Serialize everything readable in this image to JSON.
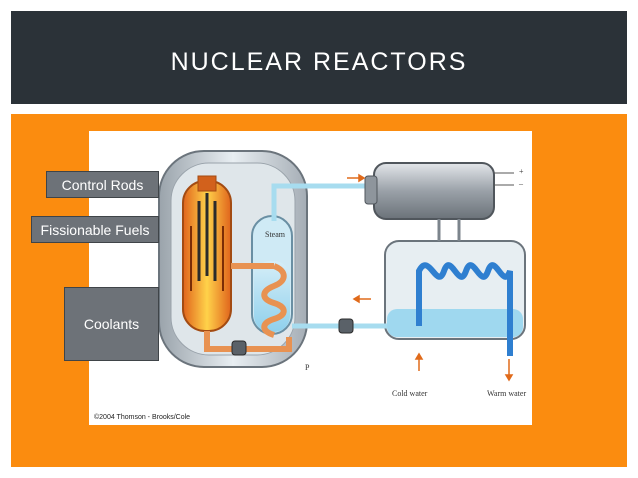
{
  "slide": {
    "title": "NUCLEAR REACTORS"
  },
  "labels": {
    "control_rods": "Control Rods",
    "fissionable_fuels": "Fissionable Fuels",
    "coolants": "Coolants"
  },
  "diagram": {
    "steam": "Steam",
    "pump": "P",
    "cold_water": "Cold water",
    "warm_water": "Warm water",
    "plus": "+",
    "minus": "–",
    "copyright": "©2004 Thomson - Brooks/Cole"
  },
  "colors": {
    "title_bar": "#2b3238",
    "panel": "#fb8c0f",
    "label_box": "#6d7278"
  }
}
